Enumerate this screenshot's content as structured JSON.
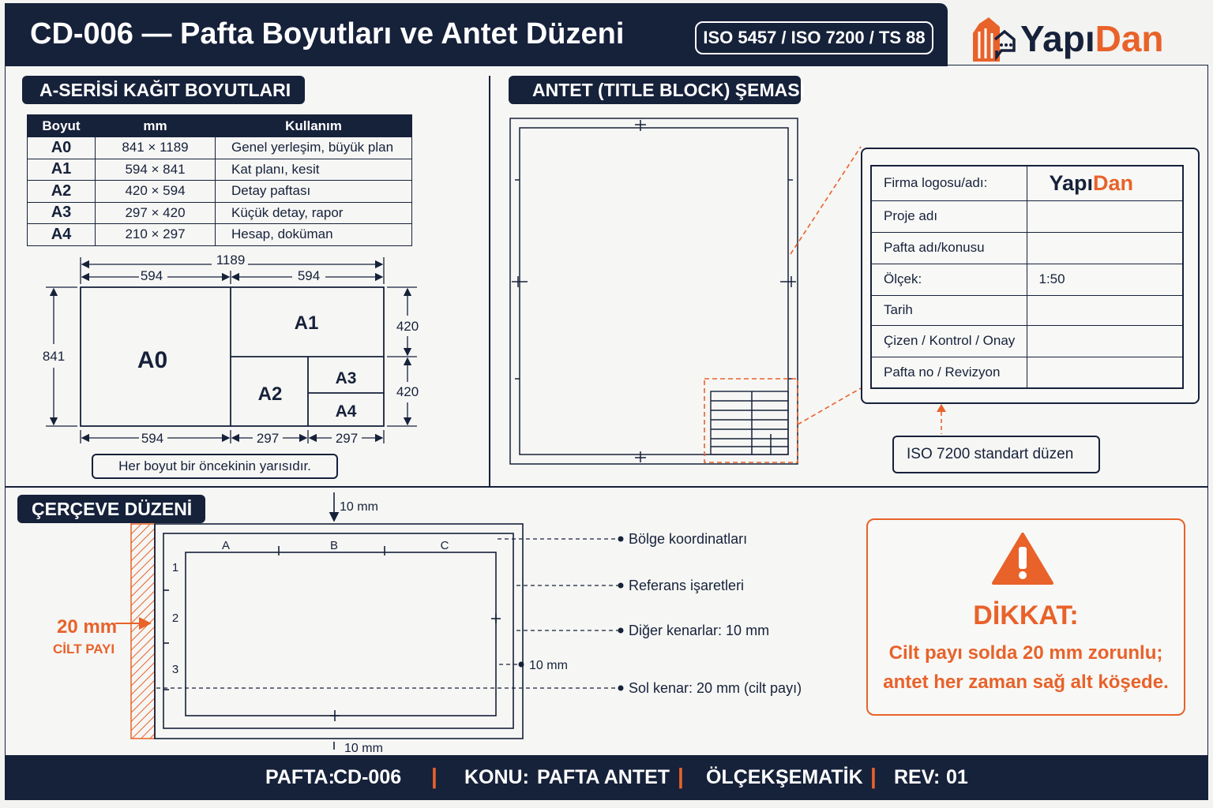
{
  "header": {
    "title": "CD-006 — Pafta Boyutları ve Antet Düzeni",
    "standards_badge": "ISO 5457 / ISO 7200 / TS 88",
    "logo": {
      "part1": "Yapı",
      "part2": "Dan"
    }
  },
  "colors": {
    "navy": "#16213a",
    "accent": "#e8622a",
    "background": "#f3f3f1"
  },
  "paper_sizes": {
    "heading": "A-SERİSİ KAĞIT BOYUTLARI",
    "columns": [
      "Boyut",
      "mm",
      "Kullanım"
    ],
    "rows": [
      {
        "size": "A0",
        "mm": "841 × 1189",
        "use": "Genel yerleşim, büyük plan"
      },
      {
        "size": "A1",
        "mm": "594 × 841",
        "use": "Kat planı, kesit"
      },
      {
        "size": "A2",
        "mm": "420 × 594",
        "use": "Detay paftası"
      },
      {
        "size": "A3",
        "mm": "297 × 420",
        "use": "Küçük detay, rapor"
      },
      {
        "size": "A4",
        "mm": "210 × 297",
        "use": "Hesap, doküman"
      }
    ],
    "diagram": {
      "dim_total": "1189",
      "dim_half_left": "594",
      "dim_half_right": "594",
      "dim_height": "841",
      "dim_right_top": "420",
      "dim_right_bottom": "420",
      "dim_bottom_a0": "594",
      "dim_bottom_a2": "297",
      "dim_bottom_a3": "297",
      "labels": {
        "a0": "A0",
        "a1": "A1",
        "a2": "A2",
        "a3": "A3",
        "a4": "A4"
      }
    },
    "note": "Her boyut bir öncekinin yarısıdır."
  },
  "title_block": {
    "heading": "ANTET (TITLE BLOCK) ŞEMASI",
    "rows": [
      {
        "label": "Firma logosu/adı:",
        "value": ""
      },
      {
        "label": "Proje adı",
        "value": ""
      },
      {
        "label": "Pafta adı/konusu",
        "value": ""
      },
      {
        "label": "Ölçek:",
        "value": "1:50"
      },
      {
        "label": "Tarih",
        "value": ""
      },
      {
        "label": "Çizen / Kontrol / Onay",
        "value": ""
      },
      {
        "label": "Pafta no / Revizyon",
        "value": ""
      }
    ],
    "logo": {
      "part1": "Yapı",
      "part2": "Dan"
    },
    "standard_note": "ISO 7200 standart düzen"
  },
  "frame_layout": {
    "heading": "ÇERÇEVE DÜZENİ",
    "top_margin": "10 mm",
    "bottom_margin": "10 mm",
    "right_margin": "10 mm",
    "binding_value": "20 mm",
    "binding_label": "CİLT PAYI",
    "zone_columns": [
      "A",
      "B",
      "C"
    ],
    "zone_rows": [
      "1",
      "2",
      "3"
    ],
    "callouts": [
      "Bölge koordinatları",
      "Referans işaretleri",
      "Diğer kenarlar: 10 mm",
      "Sol kenar: 20 mm (cilt payı)"
    ]
  },
  "warning": {
    "title": "DİKKAT:",
    "line1": "Cilt payı solda 20 mm zorunlu;",
    "line2": "antet her zaman sağ alt köşede."
  },
  "footer": {
    "pafta_label": "PAFTA:",
    "pafta_value": "CD-006",
    "konu_label": "KONU:",
    "konu_value": "PAFTA ANTET",
    "olcek_label": "ÖLÇEK:",
    "olcek_value": "ŞEMATİK",
    "rev_label": "REV:",
    "rev_value": "01",
    "separator": "|"
  }
}
